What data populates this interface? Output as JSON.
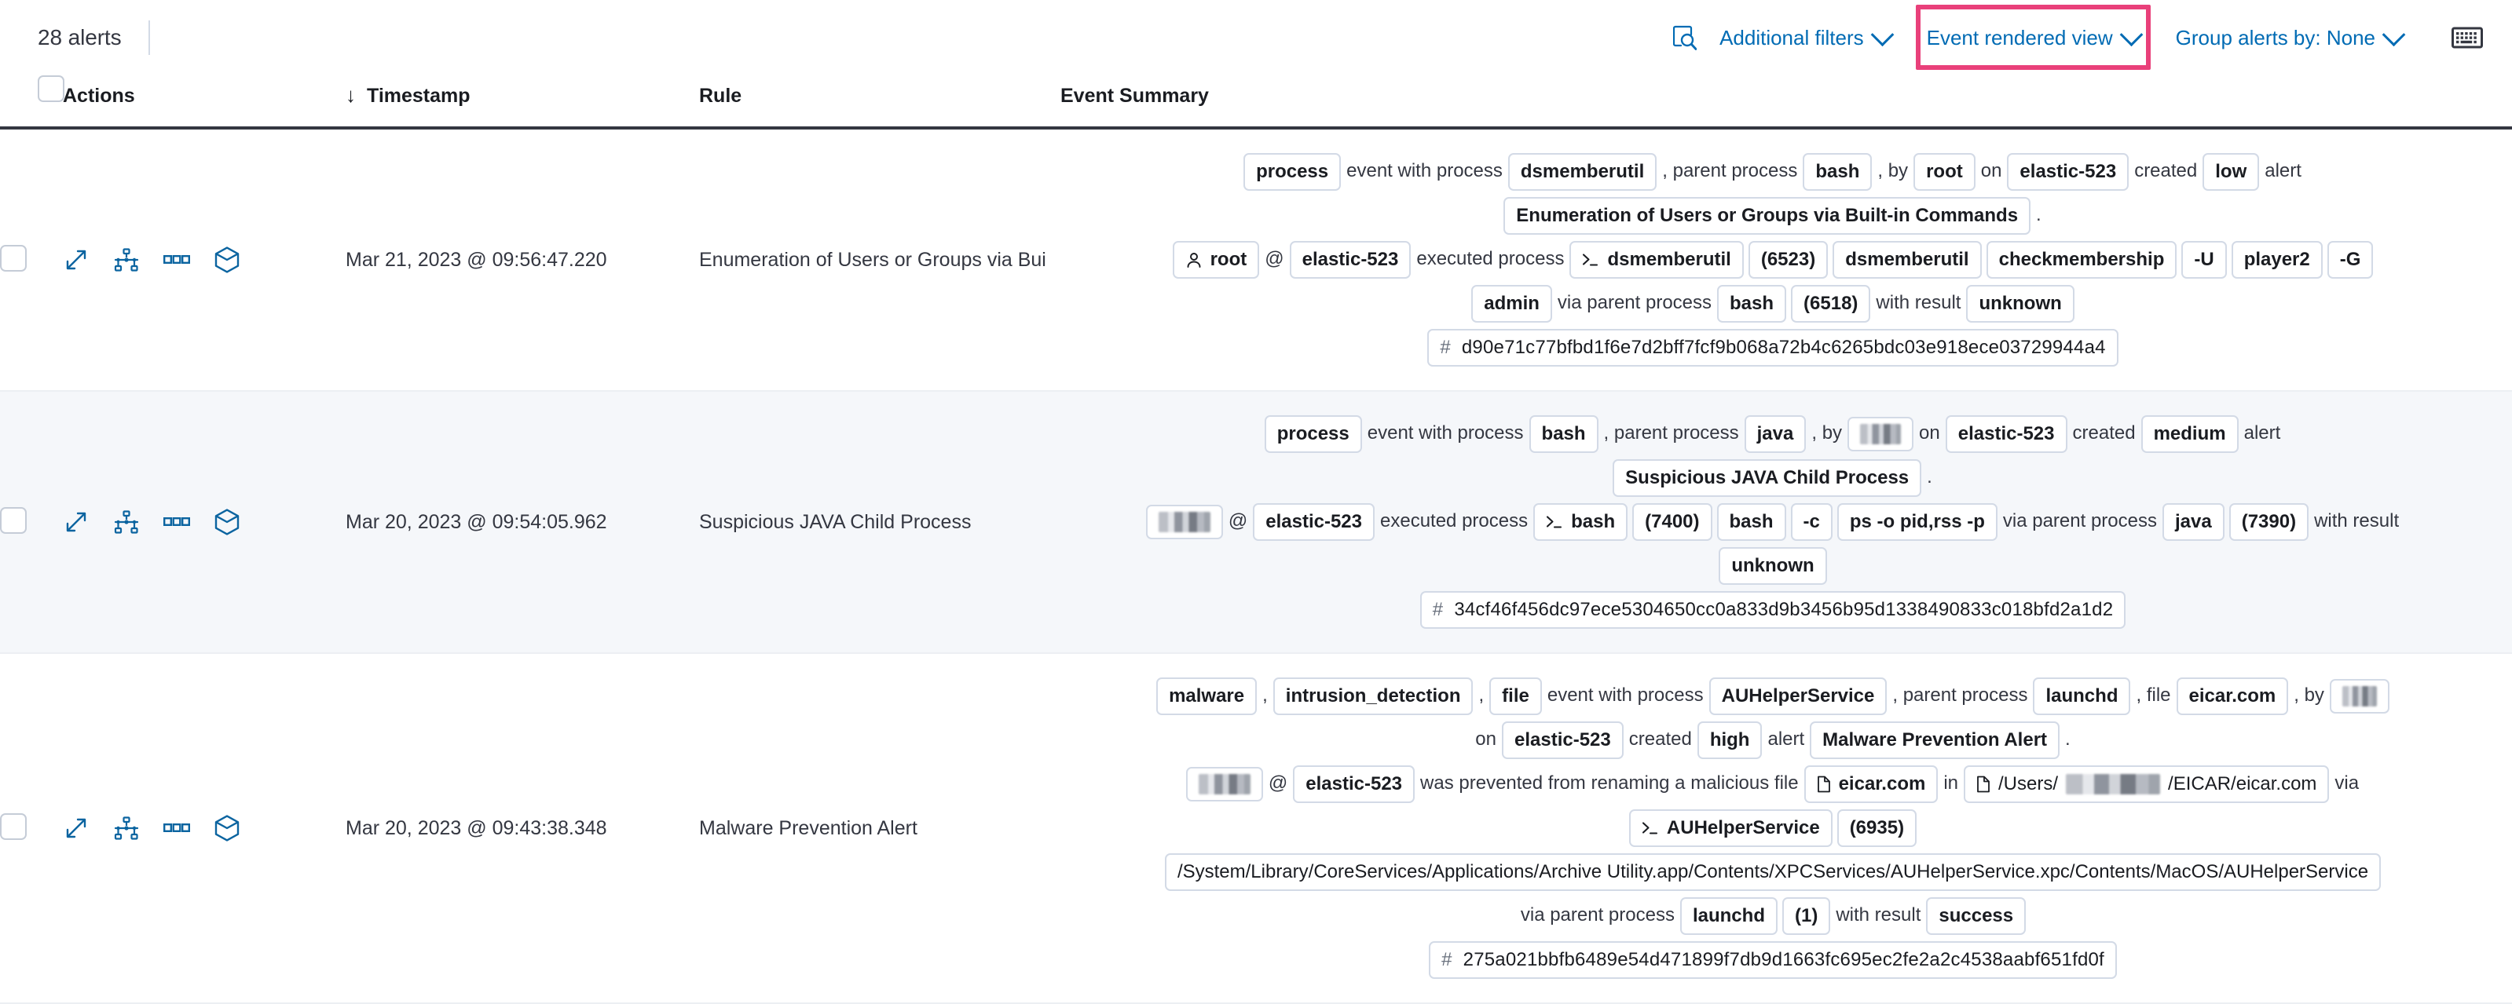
{
  "toolbar": {
    "alert_count": "28 alerts",
    "inspect_icon": "inspect-search-icon",
    "additional_filters": "Additional filters",
    "event_rendered_view": "Event rendered view",
    "group_alerts_by": "Group alerts by: None",
    "keyboard_icon": "keyboard-icon",
    "highlight_color": "#e9407a",
    "link_color": "#006bb4"
  },
  "table": {
    "headers": {
      "select_all": "select-all-checkbox",
      "actions": "Actions",
      "timestamp": "Timestamp",
      "sort_arrow": "↓",
      "rule": "Rule",
      "event_summary": "Event Summary"
    },
    "row_actions": [
      {
        "name": "expand-icon",
        "title": "Expand"
      },
      {
        "name": "analyzer-icon",
        "title": "Analyze event"
      },
      {
        "name": "more-actions-icon",
        "title": "More actions"
      },
      {
        "name": "session-view-icon",
        "title": "Session view"
      }
    ],
    "rows": [
      {
        "selected": false,
        "timestamp": "Mar 21, 2023 @ 09:56:47.220",
        "rule": "Enumeration of Users or Groups via Bui",
        "summary_lines": [
          [
            {
              "t": "chip",
              "v": "process"
            },
            {
              "t": "txt",
              "v": "event with process"
            },
            {
              "t": "chip",
              "v": "dsmemberutil"
            },
            {
              "t": "txt",
              "v": ", parent process"
            },
            {
              "t": "chip",
              "v": "bash"
            },
            {
              "t": "txt",
              "v": ", by"
            },
            {
              "t": "chip",
              "v": "root"
            },
            {
              "t": "txt",
              "v": "on"
            },
            {
              "t": "chip",
              "v": "elastic-523"
            },
            {
              "t": "txt",
              "v": "created"
            },
            {
              "t": "chip",
              "v": "low"
            },
            {
              "t": "txt",
              "v": "alert"
            }
          ],
          [
            {
              "t": "chip",
              "v": "Enumeration of Users or Groups via Built-in Commands"
            },
            {
              "t": "txt",
              "v": "."
            }
          ],
          [
            {
              "t": "chip",
              "v": "root",
              "icon": "user-icon"
            },
            {
              "t": "txt",
              "v": "@"
            },
            {
              "t": "chip",
              "v": "elastic-523"
            },
            {
              "t": "txt",
              "v": "executed process"
            },
            {
              "t": "chip",
              "v": "dsmemberutil",
              "icon": "console-icon"
            },
            {
              "t": "chip",
              "v": "(6523)"
            },
            {
              "t": "chip",
              "v": "dsmemberutil"
            },
            {
              "t": "chip",
              "v": "checkmembership"
            },
            {
              "t": "chip",
              "v": "-U"
            },
            {
              "t": "chip",
              "v": "player2"
            },
            {
              "t": "chip",
              "v": "-G"
            }
          ],
          [
            {
              "t": "chip",
              "v": "admin"
            },
            {
              "t": "txt",
              "v": "via parent process"
            },
            {
              "t": "chip",
              "v": "bash"
            },
            {
              "t": "chip",
              "v": "(6518)"
            },
            {
              "t": "txt",
              "v": "with result"
            },
            {
              "t": "chip",
              "v": "unknown"
            }
          ],
          [
            {
              "t": "hash",
              "v": "d90e71c77bfbd1f6e7d2bff7fcf9b068a72b4c6265bdc03e918ece03729944a4"
            }
          ]
        ]
      },
      {
        "selected": true,
        "timestamp": "Mar 20, 2023 @ 09:54:05.962",
        "rule": "Suspicious JAVA Child Process",
        "summary_lines": [
          [
            {
              "t": "chip",
              "v": "process"
            },
            {
              "t": "txt",
              "v": "event with process"
            },
            {
              "t": "chip",
              "v": "bash"
            },
            {
              "t": "txt",
              "v": ", parent process"
            },
            {
              "t": "chip",
              "v": "java"
            },
            {
              "t": "txt",
              "v": ", by"
            },
            {
              "t": "redacted",
              "w": "w1"
            },
            {
              "t": "txt",
              "v": "on"
            },
            {
              "t": "chip",
              "v": "elastic-523"
            },
            {
              "t": "txt",
              "v": "created"
            },
            {
              "t": "chip",
              "v": "medium"
            },
            {
              "t": "txt",
              "v": "alert"
            }
          ],
          [
            {
              "t": "chip",
              "v": "Suspicious JAVA Child Process"
            },
            {
              "t": "txt",
              "v": "."
            }
          ],
          [
            {
              "t": "redacted",
              "w": "w2"
            },
            {
              "t": "txt",
              "v": "@"
            },
            {
              "t": "chip",
              "v": "elastic-523"
            },
            {
              "t": "txt",
              "v": "executed process"
            },
            {
              "t": "chip",
              "v": "bash",
              "icon": "console-icon"
            },
            {
              "t": "chip",
              "v": "(7400)"
            },
            {
              "t": "chip",
              "v": "bash"
            },
            {
              "t": "chip",
              "v": "-c"
            },
            {
              "t": "chip",
              "v": "ps -o pid,rss -p"
            },
            {
              "t": "txt",
              "v": "via parent process"
            },
            {
              "t": "chip",
              "v": "java"
            },
            {
              "t": "chip",
              "v": "(7390)"
            },
            {
              "t": "txt",
              "v": "with result"
            }
          ],
          [
            {
              "t": "chip",
              "v": "unknown"
            }
          ],
          [
            {
              "t": "hash",
              "v": "34cf46f456dc97ece5304650cc0a833d9b3456b95d1338490833c018bfd2a1d2"
            }
          ]
        ]
      },
      {
        "selected": false,
        "timestamp": "Mar 20, 2023 @ 09:43:38.348",
        "rule": "Malware Prevention Alert",
        "summary_lines": [
          [
            {
              "t": "chip",
              "v": "malware"
            },
            {
              "t": "txt",
              "v": ","
            },
            {
              "t": "chip",
              "v": "intrusion_detection"
            },
            {
              "t": "txt",
              "v": ","
            },
            {
              "t": "chip",
              "v": "file"
            },
            {
              "t": "txt",
              "v": "event with process"
            },
            {
              "t": "chip",
              "v": "AUHelperService"
            },
            {
              "t": "txt",
              "v": ", parent process"
            },
            {
              "t": "chip",
              "v": "launchd"
            },
            {
              "t": "txt",
              "v": ", file"
            },
            {
              "t": "chip",
              "v": "eicar.com"
            },
            {
              "t": "txt",
              "v": ", by"
            },
            {
              "t": "redacted",
              "w": "w5"
            }
          ],
          [
            {
              "t": "txt",
              "v": "on"
            },
            {
              "t": "chip",
              "v": "elastic-523"
            },
            {
              "t": "txt",
              "v": "created"
            },
            {
              "t": "chip",
              "v": "high"
            },
            {
              "t": "txt",
              "v": "alert"
            },
            {
              "t": "chip",
              "v": "Malware Prevention Alert"
            },
            {
              "t": "txt",
              "v": "."
            }
          ],
          [
            {
              "t": "redacted",
              "w": "w2"
            },
            {
              "t": "txt",
              "v": "@"
            },
            {
              "t": "chip",
              "v": "elastic-523"
            },
            {
              "t": "txt",
              "v": "was prevented from renaming a malicious file"
            },
            {
              "t": "chip",
              "v": "eicar.com",
              "icon": "file-icon"
            },
            {
              "t": "txt",
              "v": "in"
            },
            {
              "t": "chip-path",
              "prefix": "/Users/",
              "suffix": "/EICAR/eicar.com",
              "icon": "file-icon",
              "redact": "w4"
            },
            {
              "t": "txt",
              "v": "via"
            }
          ],
          [
            {
              "t": "chip",
              "v": "AUHelperService",
              "icon": "console-icon"
            },
            {
              "t": "chip",
              "v": "(6935)"
            }
          ],
          [
            {
              "t": "chip",
              "v": "/System/Library/CoreServices/Applications/Archive Utility.app/Contents/XPCServices/AUHelperService.xpc/Contents/MacOS/AUHelperService",
              "plain": true
            }
          ],
          [
            {
              "t": "txt",
              "v": "via parent process"
            },
            {
              "t": "chip",
              "v": "launchd"
            },
            {
              "t": "chip",
              "v": "(1)"
            },
            {
              "t": "txt",
              "v": "with result"
            },
            {
              "t": "chip",
              "v": "success"
            }
          ],
          [
            {
              "t": "hash",
              "v": "275a021bbfb6489e54d471899f7db9d1663fc695ec2fe2a2c4538aabf651fd0f"
            }
          ]
        ]
      }
    ]
  }
}
